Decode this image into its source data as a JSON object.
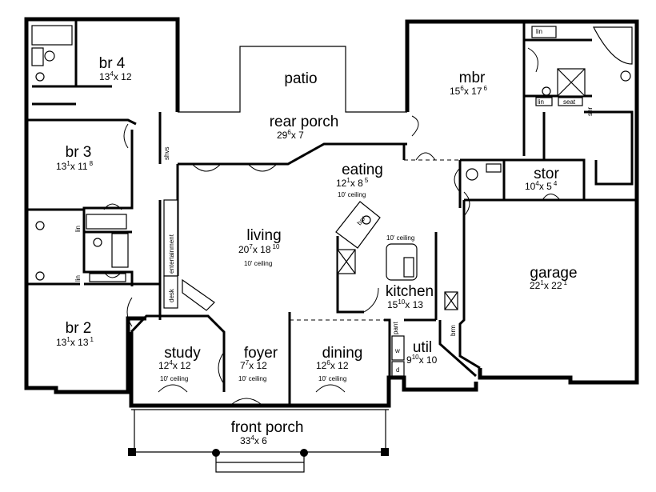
{
  "rooms": {
    "br4": {
      "name": "br 4",
      "w": "13",
      "w_sup": "4",
      "x": "x 12",
      "x_sup": ""
    },
    "br3": {
      "name": "br 3",
      "w": "13",
      "w_sup": "1",
      "x": "x 11",
      "x_sup": "8"
    },
    "br2": {
      "name": "br 2",
      "w": "13",
      "w_sup": "1",
      "x": "x 13",
      "x_sup": "1"
    },
    "patio": {
      "name": "patio"
    },
    "rear_porch": {
      "name": "rear porch",
      "w": "29",
      "w_sup": "6",
      "x": "x 7",
      "x_sup": ""
    },
    "mbr": {
      "name": "mbr",
      "w": "15",
      "w_sup": "6",
      "x": "x 17",
      "x_sup": "6"
    },
    "eating": {
      "name": "eating",
      "w": "12",
      "w_sup": "1",
      "x": "x 8",
      "x_sup": "5",
      "note": "10' ceiling"
    },
    "stor": {
      "name": "stor",
      "w": "10",
      "w_sup": "4",
      "x": "x 5",
      "x_sup": "4"
    },
    "living": {
      "name": "living",
      "w": "20",
      "w_sup": "7",
      "x": "x 18",
      "x_sup": "10",
      "note": "10' ceiling"
    },
    "kitchen": {
      "name": "kitchen",
      "w": "15",
      "w_sup": "10",
      "x": "x 13",
      "x_sup": "",
      "note": "10' ceiling"
    },
    "garage": {
      "name": "garage",
      "w": "22",
      "w_sup": "1",
      "x": "x 22",
      "x_sup": "1"
    },
    "study": {
      "name": "study",
      "w": "12",
      "w_sup": "4",
      "x": "x 12",
      "x_sup": "",
      "note": "10' ceiling"
    },
    "foyer": {
      "name": "foyer",
      "w": "7",
      "w_sup": "7",
      "x": "x 12",
      "x_sup": "",
      "note": "10' ceiling"
    },
    "dining": {
      "name": "dining",
      "w": "12",
      "w_sup": "6",
      "x": "x 12",
      "x_sup": "",
      "note": "10' ceiling"
    },
    "util": {
      "name": "util",
      "w": "9",
      "w_sup": "10",
      "x": "x 10",
      "x_sup": ""
    },
    "front_porch": {
      "name": "front porch",
      "w": "33",
      "w_sup": "4",
      "x": "x 6",
      "x_sup": ""
    }
  },
  "small_labels": {
    "lin_mbr": "lin",
    "lin_mbr2": "lin",
    "seat": "seat",
    "shr_mbr": "shr",
    "shvs": "shvs",
    "lin_br3": "lin",
    "lin_br2": "lin",
    "entertainment": "entertainment",
    "desk": "desk",
    "bar": "bar",
    "pant": "pant",
    "brm": "brm",
    "w": "w",
    "d": "d"
  }
}
